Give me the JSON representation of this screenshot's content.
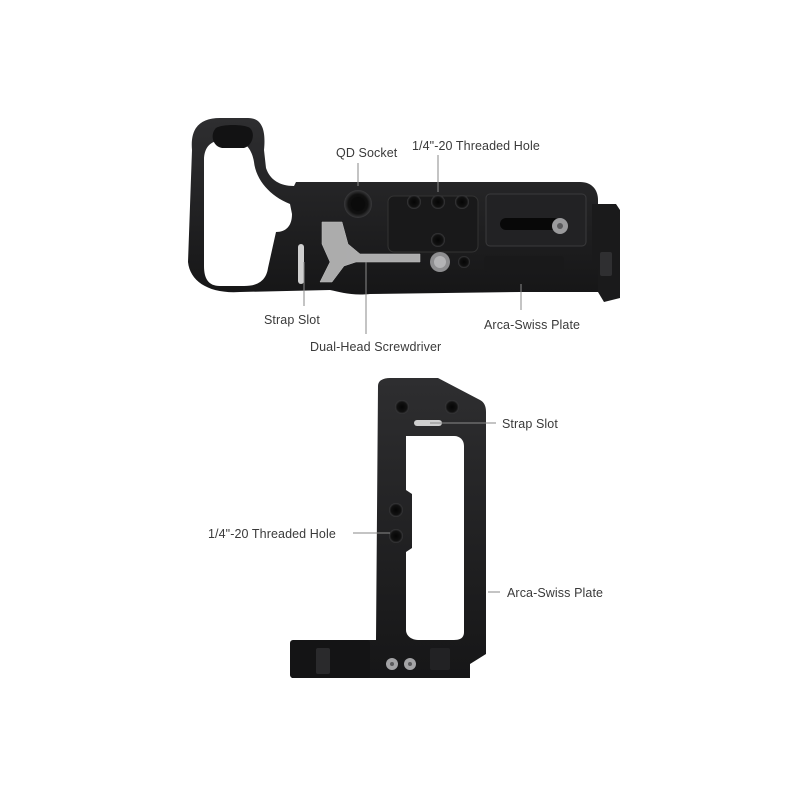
{
  "top_view": {
    "labels": {
      "qd_socket": "QD Socket",
      "threaded_hole": "1/4\"-20 Threaded Hole",
      "strap_slot": "Strap Slot",
      "arca_swiss_plate": "Arca-Swiss Plate",
      "dual_head_screwdriver": "Dual-Head Screwdriver"
    }
  },
  "side_view": {
    "labels": {
      "strap_slot": "Strap Slot",
      "threaded_hole": "1/4\"-20 Threaded Hole",
      "arca_swiss_plate": "Arca-Swiss Plate"
    }
  },
  "colors": {
    "background": "#ffffff",
    "metal_dark": "#1c1c1e",
    "metal_mid": "#2a2a2c",
    "callout_line": "#8a8a8a",
    "label_text": "#3a3a3a",
    "screwdriver": "#b9b9b9"
  }
}
